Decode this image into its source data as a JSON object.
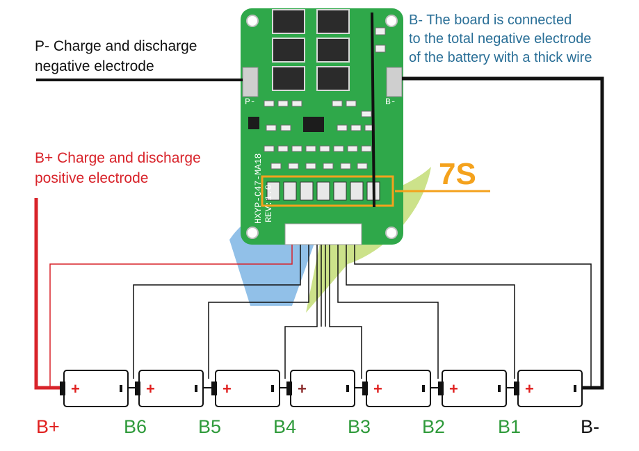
{
  "labels": {
    "p_minus": [
      "P- Charge and discharge",
      "negative electrode"
    ],
    "b_plus": [
      "B+ Charge and discharge",
      "positive electrode"
    ],
    "b_minus": [
      "B- The board is connected",
      "to the total negative electrode",
      "of the battery with a thick wire"
    ],
    "series_count": "7S"
  },
  "nodes": [
    "B+",
    "B6",
    "B5",
    "B4",
    "B3",
    "B2",
    "B1",
    "B-"
  ],
  "battery_count": 7,
  "battery_plus_symbol": "+",
  "board": {
    "model": "HXYP-C47-MA18",
    "rev": "REV:1.0",
    "pad_p": "P-",
    "pad_b": "B-"
  },
  "colors": {
    "pcb": "#2fa84a",
    "wire_red": "#d8232a",
    "wire_black": "#111111",
    "highlight": "#f4a21d",
    "b_minus_text": "#2a6f97"
  }
}
